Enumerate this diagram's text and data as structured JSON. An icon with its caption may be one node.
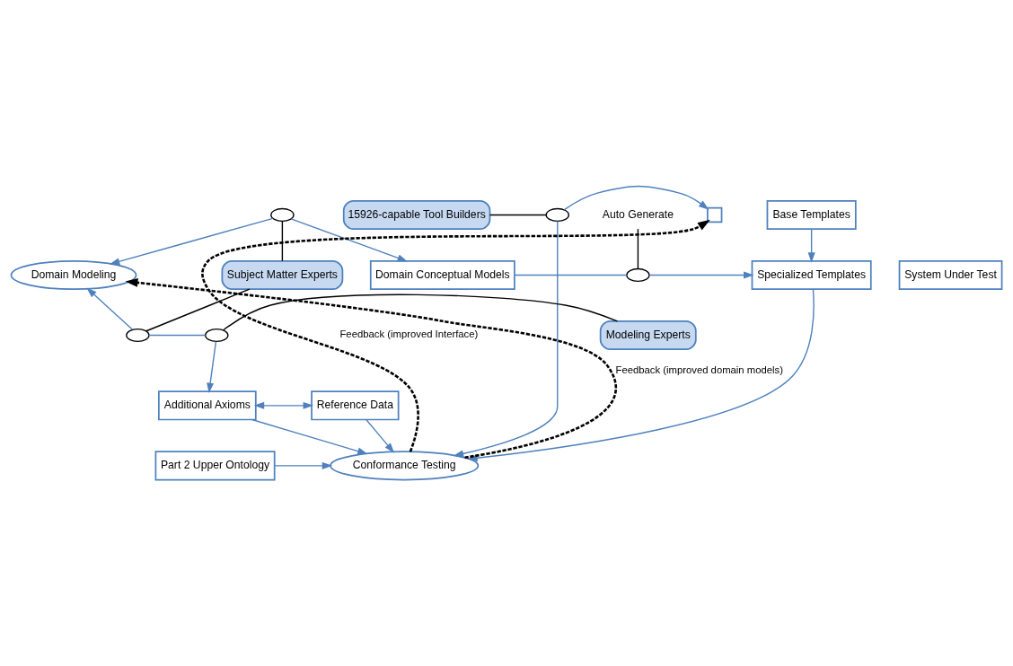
{
  "diagram": {
    "nodes": [
      {
        "text": [
          "Base Templates"
        ]
      },
      {
        "text": [
          "Auto Generate"
        ]
      },
      {
        "text": [
          "System Under Test"
        ]
      },
      {
        "text": [
          "Domain Conceptual Models"
        ]
      },
      {
        "text": [],
        "shape": "ellipse"
      },
      {
        "text": [
          "Specialized Templates"
        ]
      },
      {
        "text": [],
        "shape": "box"
      },
      {
        "text": [],
        "shape": "ellipse"
      },
      {
        "text": [],
        "shape": "ellipse"
      },
      {
        "text": [
          "15926-capable Tool Builders"
        ]
      },
      {
        "text": [
          "Domain Modeling"
        ]
      },
      {
        "text": [
          "Subject Matter Experts"
        ]
      },
      {
        "text": [],
        "shape": "ellipse"
      },
      {
        "text": [],
        "shape": "ellipse"
      },
      {
        "text": [
          "Modeling Experts"
        ]
      },
      {
        "text": [
          "Conformance Testing"
        ]
      },
      {
        "text": [
          "Additional Axioms"
        ]
      },
      {
        "text": [
          "Reference Data"
        ]
      },
      {
        "text": [
          "Part 2 Upper Ontology"
        ]
      }
    ],
    "edges": [
      {
        "from": 0,
        "to": 5,
        "arrow": "to"
      },
      {
        "from": 3,
        "to": 4,
        "arrow": "none"
      },
      {
        "from": 4,
        "to": 5,
        "arrow": "to"
      },
      {
        "from": 1,
        "to": 4,
        "arrow": "none",
        "color": "#000000"
      },
      {
        "from": 7,
        "to": 3,
        "arrow": "to"
      },
      {
        "from": 7,
        "to": 10,
        "arrow": "to"
      },
      {
        "from": 11,
        "to": 7,
        "arrow": "none",
        "color": "#000000"
      },
      {
        "from": 12,
        "to": 10,
        "arrow": "to"
      },
      {
        "from": 12,
        "to": 13,
        "arrow": "none"
      },
      {
        "from": 13,
        "to": 16,
        "arrow": "to"
      },
      {
        "from": 11,
        "to": 12,
        "arrow": "none",
        "color": "#000000"
      },
      {
        "from": 14,
        "to": 13,
        "arrow": "none",
        "color": "#000000"
      },
      {
        "from": 16,
        "to": 17,
        "arrow": "both"
      },
      {
        "from": 17,
        "to": 15,
        "arrow": "to"
      },
      {
        "from": 16,
        "to": 15,
        "arrow": "to"
      },
      {
        "from": 5,
        "to": 15,
        "arrow": "to"
      },
      {
        "from": 8,
        "to": 6,
        "arrow": "to"
      },
      {
        "from": 8,
        "to": 15,
        "arrow": "to"
      },
      {
        "from": 9,
        "to": 8,
        "arrow": "none",
        "color": "#000000"
      },
      {
        "from": 18,
        "to": 15,
        "arrow": "to"
      },
      {
        "from": 15,
        "to": 6,
        "arrow": "to",
        "label": "Feedback (improved Interface)",
        "style": "dashed",
        "color": "#000000"
      },
      {
        "from": 15,
        "to": 10,
        "arrow": "to",
        "label": "Feedback (improved domain models)",
        "style": "dashed",
        "color": "#000000"
      }
    ]
  }
}
